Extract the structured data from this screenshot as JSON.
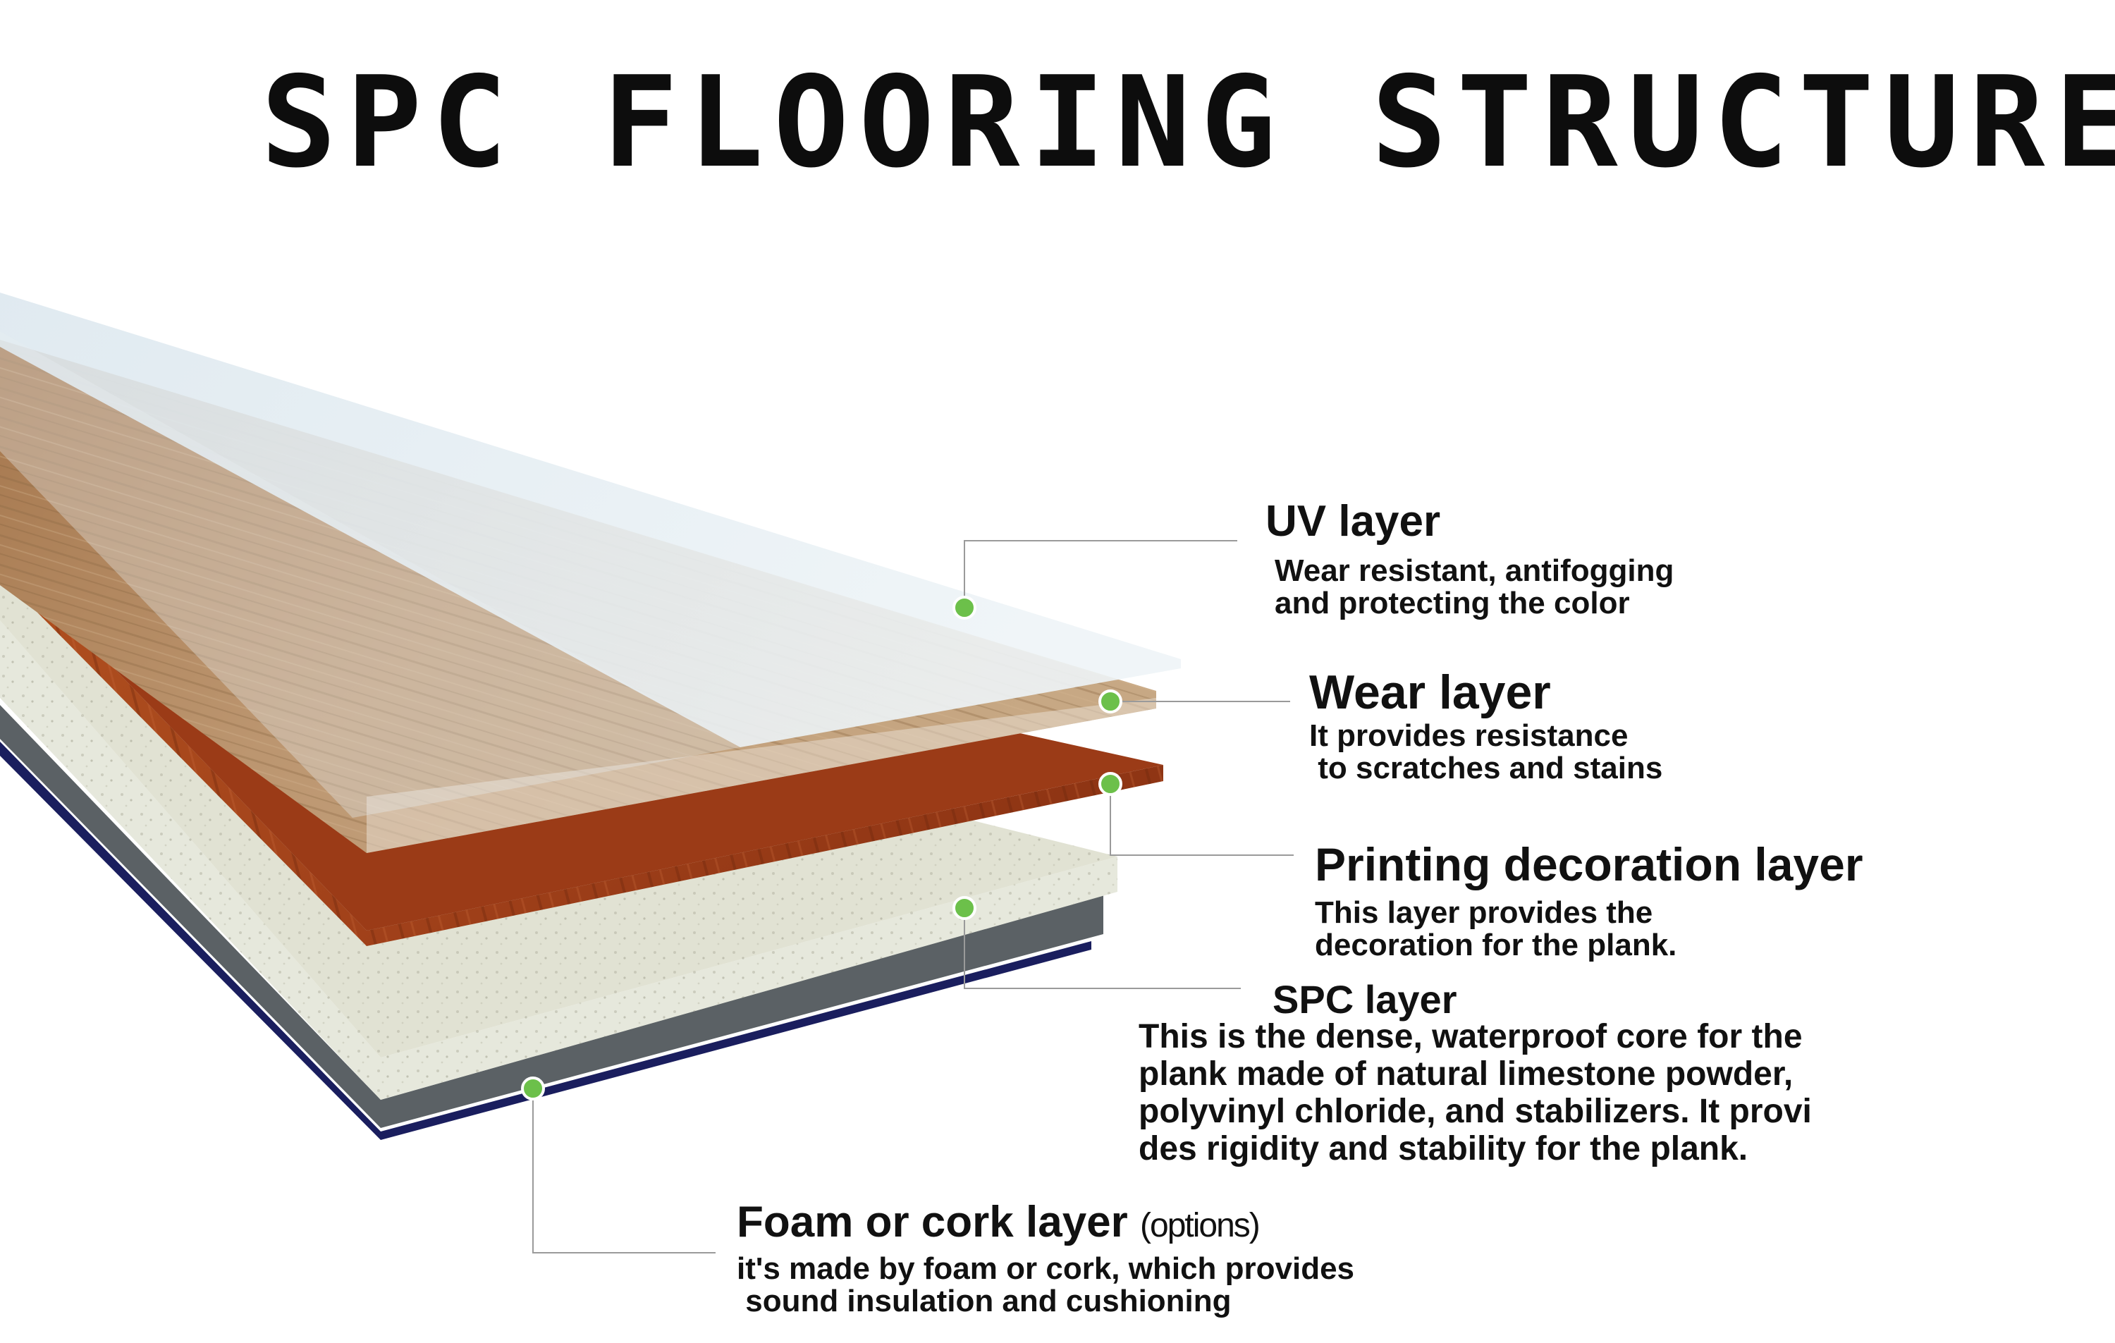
{
  "title": "SPC FLOORING STRUCTURE",
  "layers": {
    "uv": {
      "name": "UV layer",
      "desc": "Wear resistant, antifogging\nand protecting the color"
    },
    "wear": {
      "name": "Wear layer",
      "desc": "It provides resistance\n to scratches and stains"
    },
    "printing": {
      "name": "Printing decoration layer",
      "desc": "This layer provides the\ndecoration for the plank."
    },
    "spc": {
      "name": "SPC layer",
      "desc": "This is the dense, waterproof core for the\nplank made of natural limestone powder,\npolyvinyl chloride, and stabilizers. It provi\ndes rigidity and stability for the plank."
    },
    "foam": {
      "name": "Foam or cork layer",
      "option": "(options)",
      "desc": "it's made by foam or cork, which provides\n sound insulation and cushioning"
    }
  },
  "colors": {
    "marker": "#6cc04a",
    "leader": "#9a9a9a",
    "uv_sheet": "#e3edf3",
    "wood_top": "#b08a60",
    "wood_print": "#a9461e",
    "spc_core": "#e6e8dc",
    "base_gray": "#5b6165",
    "base_navy": "#1a1e5e"
  }
}
